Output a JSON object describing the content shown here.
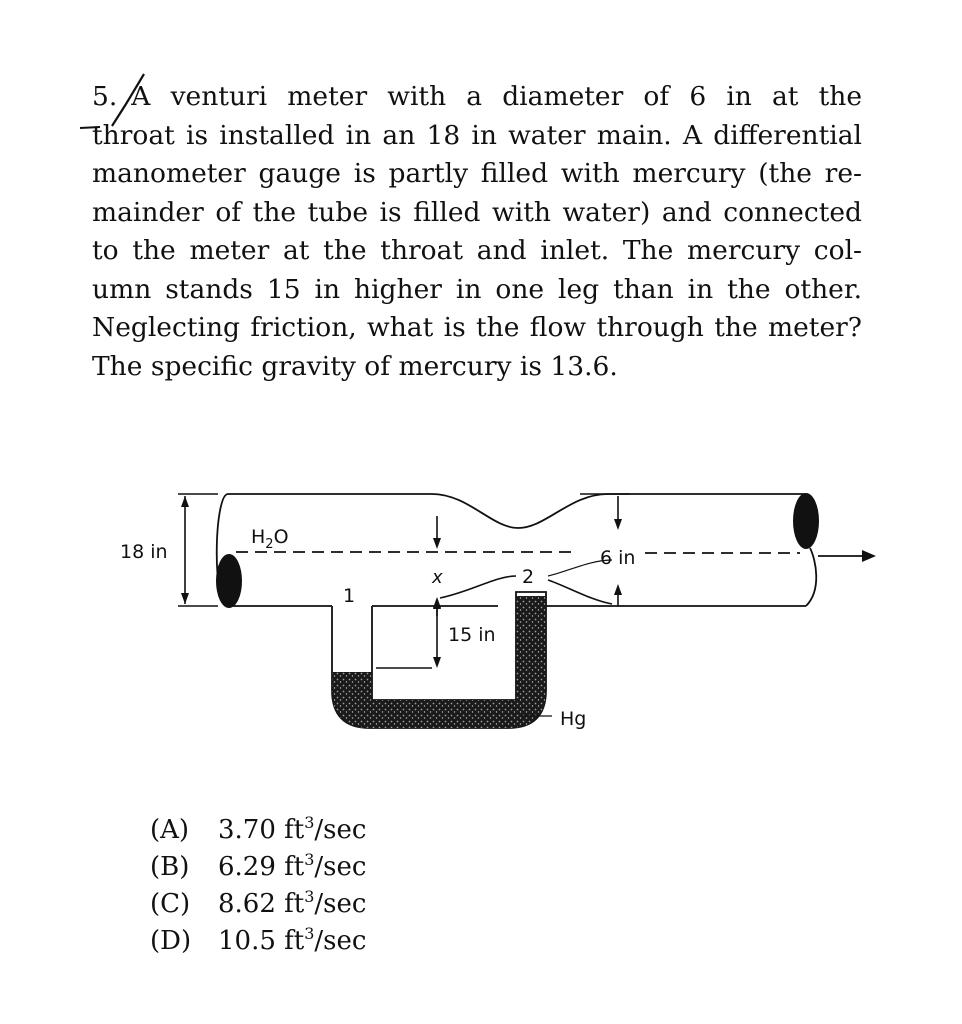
{
  "problem": {
    "number": "5.",
    "lines": [
      "A venturi meter with a diameter of 6 in at the",
      "throat is installed in an 18 in water main. A differential",
      "manometer gauge is partly filled with mercury (the re-",
      "mainder of the tube is filled with water) and connected",
      "to the meter at the throat and inlet. The mercury col-",
      "umn stands 15 in higher in one leg than in the other.",
      "Neglecting friction, what is the flow through the meter?",
      "The specific gravity of mercury is 13.6."
    ]
  },
  "figure": {
    "label_18in": "18 in",
    "label_h2o_h": "H",
    "label_h2o_sub": "2",
    "label_h2o_o": "O",
    "label_1": "1",
    "label_x": "x",
    "label_2": "2",
    "label_6in": "6 in",
    "label_15in": "15 in",
    "label_hg": "Hg"
  },
  "choices": [
    {
      "letter": "(A)",
      "value": "3.70 ft",
      "exp": "3",
      "unit": "/sec"
    },
    {
      "letter": "(B)",
      "value": "6.29 ft",
      "exp": "3",
      "unit": "/sec"
    },
    {
      "letter": "(C)",
      "value": "8.62 ft",
      "exp": "3",
      "unit": "/sec"
    },
    {
      "letter": "(D)",
      "value": "10.5 ft",
      "exp": "3",
      "unit": "/sec"
    }
  ]
}
